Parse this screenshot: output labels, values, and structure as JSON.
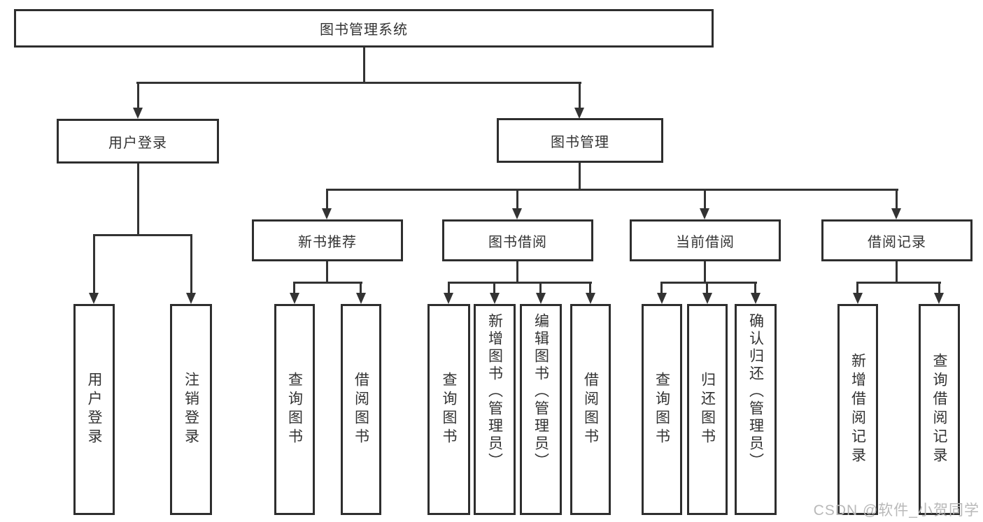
{
  "tree": {
    "label": "图书管理系统",
    "children": [
      {
        "label": "用户登录",
        "children": [
          {
            "label": "用户登录"
          },
          {
            "label": "注销登录"
          }
        ]
      },
      {
        "label": "图书管理",
        "children": [
          {
            "label": "新书推荐",
            "children": [
              {
                "label": "查询图书"
              },
              {
                "label": "借阅图书"
              }
            ]
          },
          {
            "label": "图书借阅",
            "children": [
              {
                "label": "查询图书"
              },
              {
                "label": "新增图书（管理员）"
              },
              {
                "label": "编辑图书（管理员）"
              },
              {
                "label": "借阅图书"
              }
            ]
          },
          {
            "label": "当前借阅",
            "children": [
              {
                "label": "查询图书"
              },
              {
                "label": "归还图书"
              },
              {
                "label": "确认归还（管理员）"
              }
            ]
          },
          {
            "label": "借阅记录",
            "children": [
              {
                "label": "新增借阅记录"
              },
              {
                "label": "查询借阅记录"
              }
            ]
          }
        ]
      }
    ]
  },
  "watermark": {
    "text": "CSDN @软件_小贺同学"
  },
  "colors": {
    "box_border": "#2e2e2e",
    "line": "#333333",
    "text": "#333333",
    "background": "#ffffff",
    "watermark_text": "#b9b9b9"
  }
}
